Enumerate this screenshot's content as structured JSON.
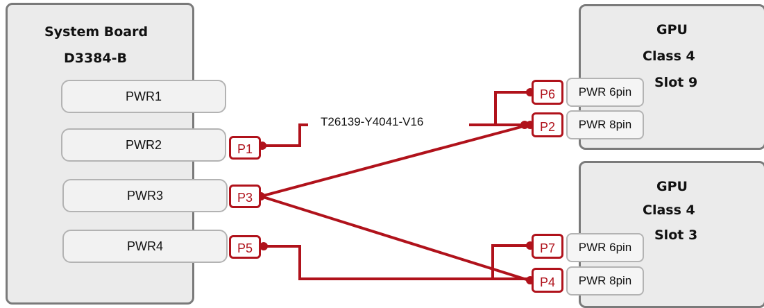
{
  "system_board": {
    "title_line1": "System Board",
    "title_line2": "D3384-B",
    "ports": [
      "PWR1",
      "PWR2",
      "PWR3",
      "PWR4"
    ]
  },
  "gpu_top": {
    "line1": "GPU",
    "line2": "Class 4",
    "line3": "Slot 9",
    "port_6pin": "PWR 6pin",
    "port_8pin": "PWR 8pin"
  },
  "gpu_bottom": {
    "line1": "GPU",
    "line2": "Class 4",
    "line3": "Slot 3",
    "port_6pin": "PWR 6pin",
    "port_8pin": "PWR 8pin"
  },
  "plugs": {
    "p1": "P1",
    "p2": "P2",
    "p3": "P3",
    "p4": "P4",
    "p5": "P5",
    "p6": "P6",
    "p7": "P7"
  },
  "cable_label": "T26139-Y4041-V16",
  "colors": {
    "cable": "#b0121b",
    "board_fill": "#ebebeb",
    "board_border": "#7a7a7a"
  }
}
